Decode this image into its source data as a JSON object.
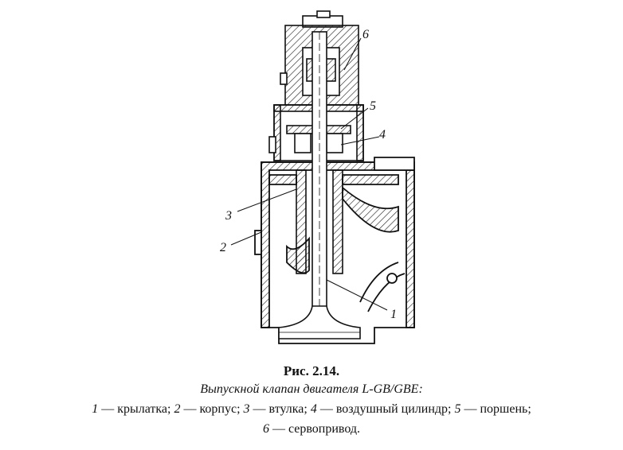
{
  "figure": {
    "title": "Рис. 2.14.",
    "subtitle": "Выпускной клапан двигателя L-GB/GBE:"
  },
  "callouts": [
    "1",
    "2",
    "3",
    "4",
    "5",
    "6"
  ],
  "legend": [
    {
      "num": "1",
      "text": " — крылатка; "
    },
    {
      "num": "2",
      "text": " — корпус; "
    },
    {
      "num": "3",
      "text": " — втулка; "
    },
    {
      "num": "4",
      "text": " — воздушный цилиндр; "
    },
    {
      "num": "5",
      "text": " — поршень;"
    },
    {
      "num": "6",
      "text": " — сервопривод."
    }
  ]
}
